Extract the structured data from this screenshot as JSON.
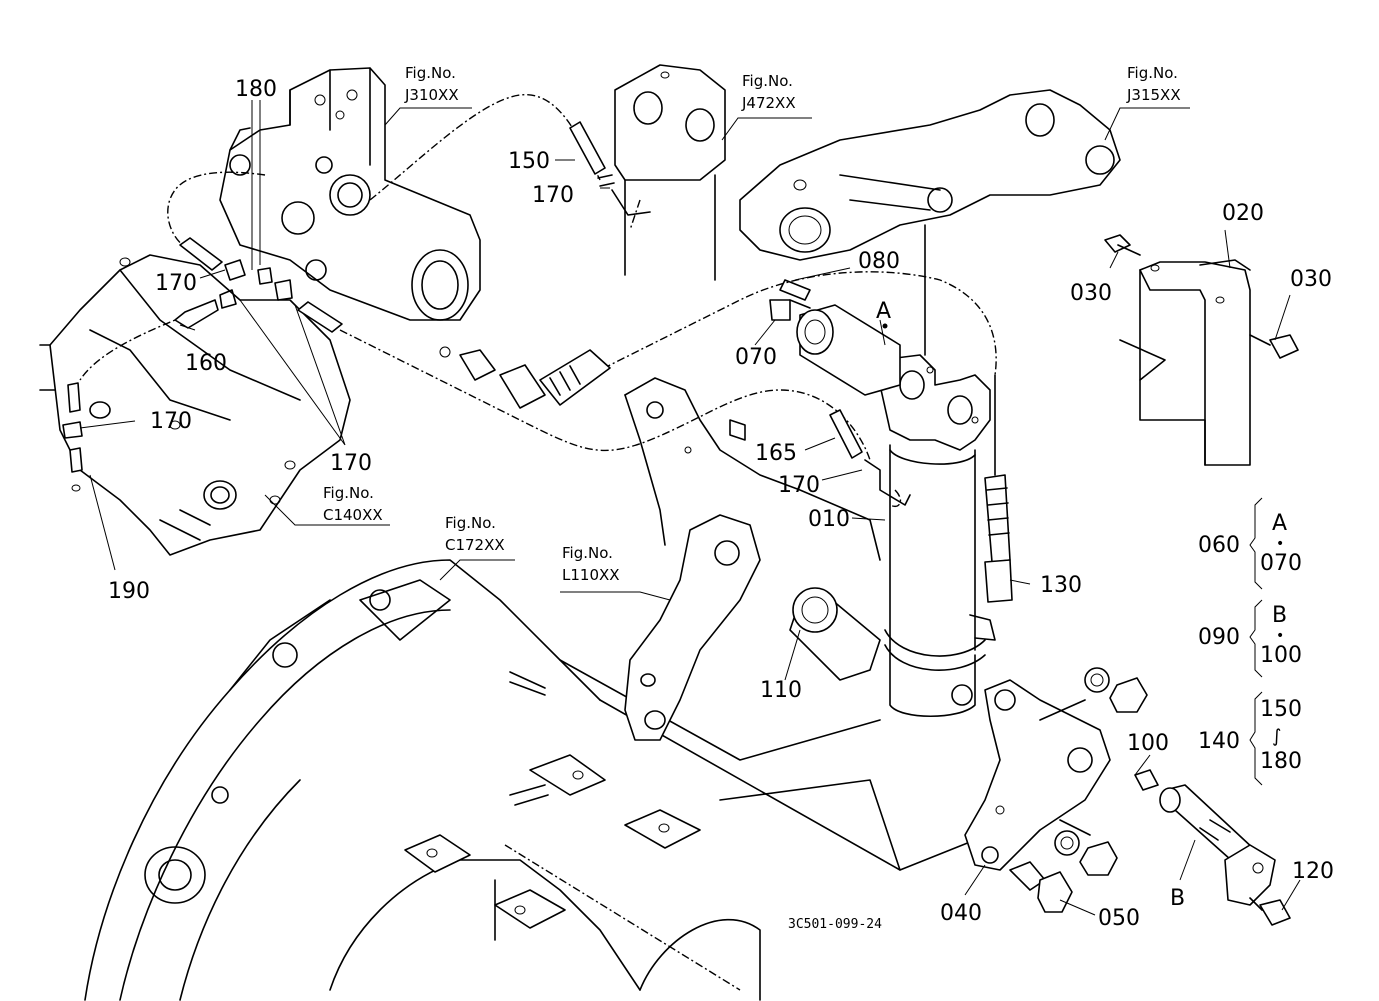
{
  "diagram_code": "3C501-099-24",
  "fig_refs": {
    "j310": {
      "line1": "Fig.No.",
      "line2": "J310XX"
    },
    "j472": {
      "line1": "Fig.No.",
      "line2": "J472XX"
    },
    "j315": {
      "line1": "Fig.No.",
      "line2": "J315XX"
    },
    "c140": {
      "line1": "Fig.No.",
      "line2": "C140XX"
    },
    "c172": {
      "line1": "Fig.No.",
      "line2": "C172XX"
    },
    "l110": {
      "line1": "Fig.No.",
      "line2": "L110XX"
    }
  },
  "parts": {
    "p180": "180",
    "p150": "150",
    "p170_top": "170",
    "p080": "080",
    "p020": "020",
    "p030_left": "030",
    "p030_right": "030",
    "p170_left": "170",
    "p160": "160",
    "p070": "070",
    "p170_mid": "170",
    "p165": "165",
    "p170_bottom": "170",
    "p170_right": "170",
    "p010": "010",
    "p190": "190",
    "p130": "130",
    "p110": "110",
    "p100": "100",
    "p040": "040",
    "p050": "050",
    "p120": "120"
  },
  "callouts": {
    "a": "A",
    "b": "B"
  },
  "groups": [
    {
      "id": "060",
      "top": "A",
      "sep": "•",
      "bottom": "070"
    },
    {
      "id": "090",
      "top": "B",
      "sep": "•",
      "bottom": "100"
    },
    {
      "id": "140",
      "top": "150",
      "sep": "∫",
      "bottom": "180"
    }
  ]
}
